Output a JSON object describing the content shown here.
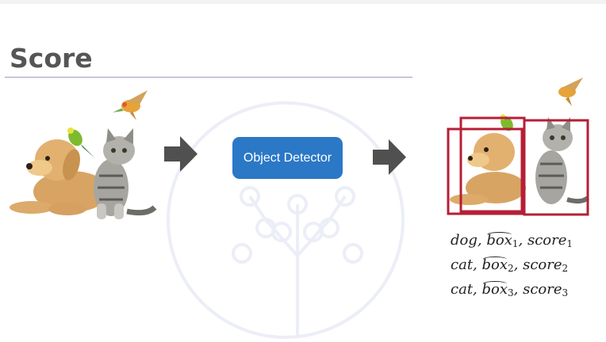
{
  "slide": {
    "title": "Score"
  },
  "detector": {
    "label": "Object Detector"
  },
  "detections": [
    {
      "cls": "dog",
      "box": "box",
      "box_idx": "1",
      "score": "score",
      "score_idx": "1"
    },
    {
      "cls": "cat",
      "box": "box",
      "box_idx": "2",
      "score": "score",
      "score_idx": "2"
    },
    {
      "cls": "cat",
      "box": "box",
      "box_idx": "3",
      "score": "score",
      "score_idx": "3"
    }
  ],
  "colors": {
    "title": "#555555",
    "detector_bg": "#2b78c6",
    "arrow": "#505050",
    "bbox": "#b51f36",
    "rule": "#9a9fc4"
  }
}
